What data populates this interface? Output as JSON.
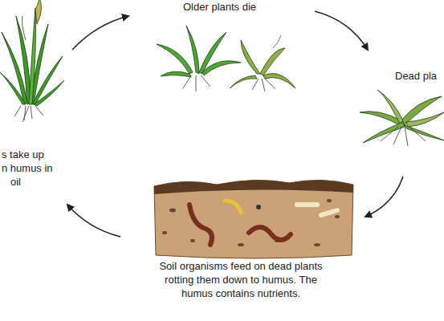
{
  "diagram": {
    "labels": [
      "Older plants die",
      "Dead pla",
      "s take up",
      "n humus in",
      "oil",
      "Soil organisms feed on dead plants rotting them down to humus. The humus contains nutrients."
    ]
  }
}
